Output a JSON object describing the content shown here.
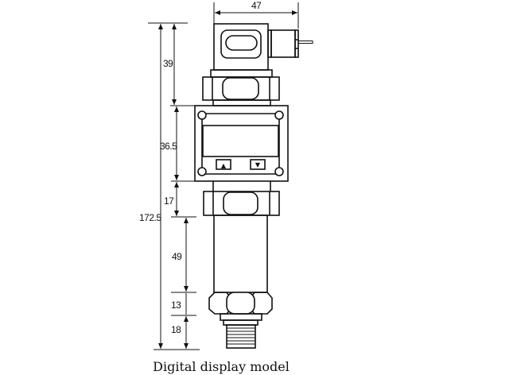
{
  "drawing": {
    "title": "Digital display model",
    "dimensions": {
      "width": "47",
      "total_height": "172.5",
      "connector_head": "39",
      "display_box": "36.5",
      "lower_nut": "17",
      "body": "49",
      "hex_base": "13",
      "thread": "18"
    },
    "buttons": {
      "up": "▲",
      "down": "▼"
    }
  }
}
